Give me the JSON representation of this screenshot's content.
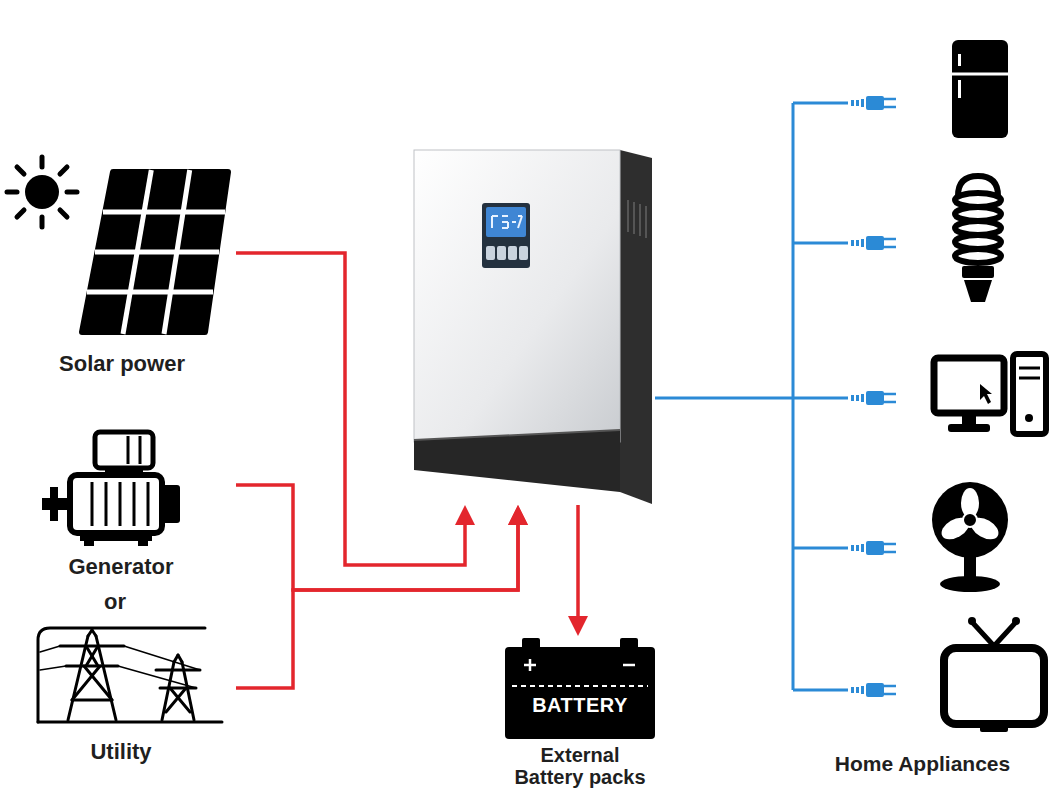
{
  "diagram": {
    "nodes": [
      {
        "text": [
          "Solar power"
        ]
      },
      {
        "text": [
          "Generator"
        ]
      },
      {
        "text": [
          "Utility"
        ]
      },
      {
        "text": []
      },
      {
        "text": [
          "BATTERY",
          "External Battery packs"
        ]
      },
      {
        "text": [
          "Home Appliances"
        ]
      }
    ],
    "edges": [
      {
        "from": 0,
        "to": 3,
        "arrow": "to"
      },
      {
        "from": 1,
        "to": 3,
        "arrow": "to"
      },
      {
        "from": 2,
        "to": 3,
        "arrow": "to"
      },
      {
        "from": 3,
        "to": 4,
        "arrow": "to"
      },
      {
        "from": 3,
        "to": 5,
        "arrow": "none"
      }
    ],
    "labels": [
      "or"
    ]
  }
}
